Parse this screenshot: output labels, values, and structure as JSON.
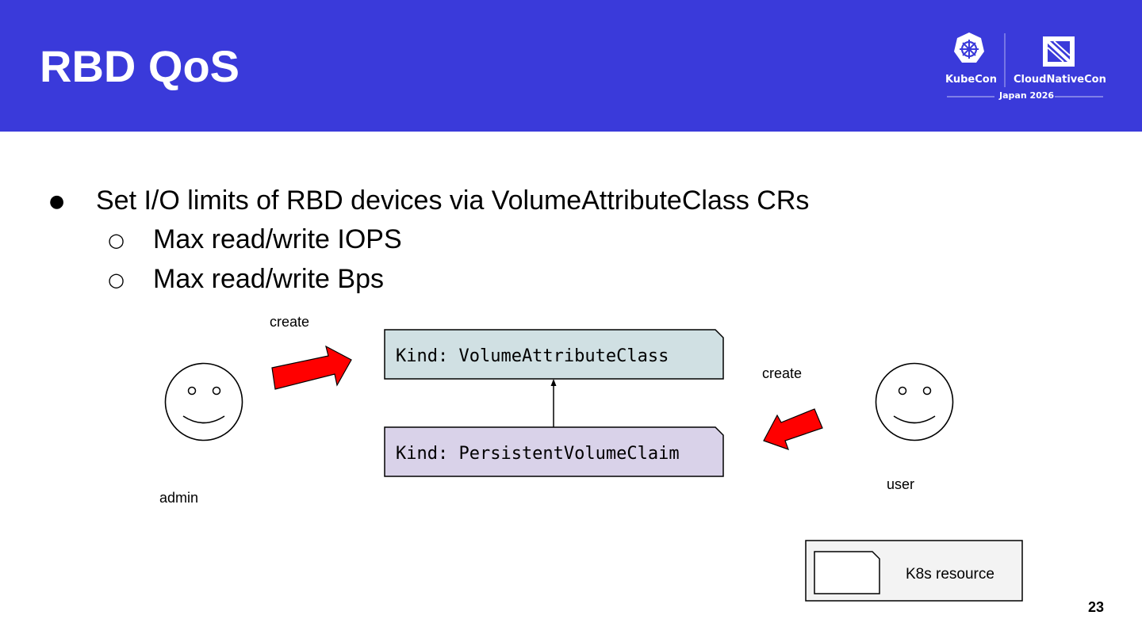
{
  "header": {
    "title": "RBD QoS",
    "background_color": "#3a3ada",
    "logo": {
      "left_brand": "KubeCon",
      "right_brand": "CloudNativeCon",
      "event": "Japan 2026",
      "left_icon": "kubernetes-helm-icon",
      "right_icon": "cncf-grid-icon"
    }
  },
  "bullets": {
    "main": "Set I/O limits of RBD devices via VolumeAttributeClass CRs",
    "sub": [
      "Max read/write IOPS",
      "Max read/write Bps"
    ],
    "main_marker": "●",
    "sub_marker": "○"
  },
  "diagram": {
    "admin_label": "admin",
    "user_label": "user",
    "admin_create_label": "create",
    "user_create_label": "create",
    "volume_attribute_class": "Kind: VolumeAttributeClass",
    "persistent_volume_claim": "Kind: PersistentVolumeClaim",
    "legend_label": "K8s resource",
    "colors": {
      "volume_attribute_class_fill": "#d0e0e3",
      "persistent_volume_claim_fill": "#d9d2e9",
      "arrow_fill": "#ff0000",
      "legend_fill": "#f3f3f3"
    }
  },
  "page_number": "23"
}
